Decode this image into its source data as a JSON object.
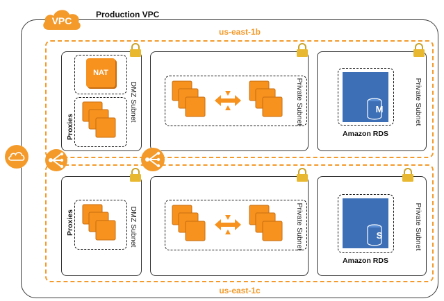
{
  "title": "Production VPC",
  "vpc_badge": "VPC",
  "zones": [
    {
      "label": "us-east-1b"
    },
    {
      "label": "us-east-1c"
    }
  ],
  "subnets": {
    "dmz": "DMZ Subnet",
    "private": "Private Subnet"
  },
  "proxies_label": "Proxies",
  "nat_label": "NAT",
  "rds_label": "Amazon RDS",
  "rds_primary_badge": "M",
  "rds_standby_badge": "S",
  "colors": {
    "orange": "#f39a2a",
    "instance": "#f7921e",
    "security_group": "#d0252a",
    "rds_blue": "#3d6fb6"
  }
}
